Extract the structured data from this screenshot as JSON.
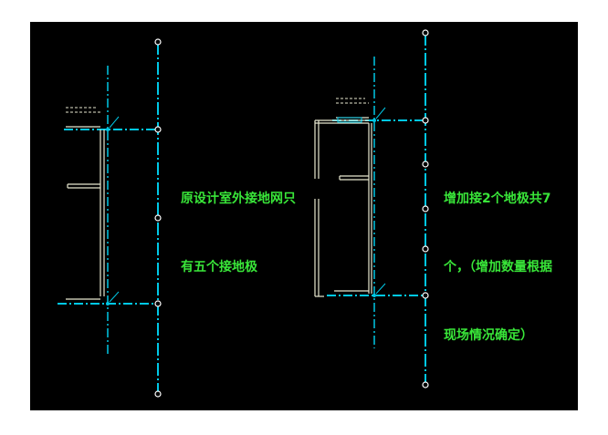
{
  "colors": {
    "background": "#000000",
    "grounding_line": "#00c8e6",
    "conductor": "#e8e8d0",
    "electrode": "#ffffff",
    "annotation": "#39e639"
  },
  "annotations": {
    "left": {
      "line1": "原设计室外接地网只",
      "line2": "有五个接地极"
    },
    "right": {
      "line1": "增加接2个地极共7",
      "line2": "个，（增加数量根据",
      "line3": "现场情况确定）"
    }
  }
}
